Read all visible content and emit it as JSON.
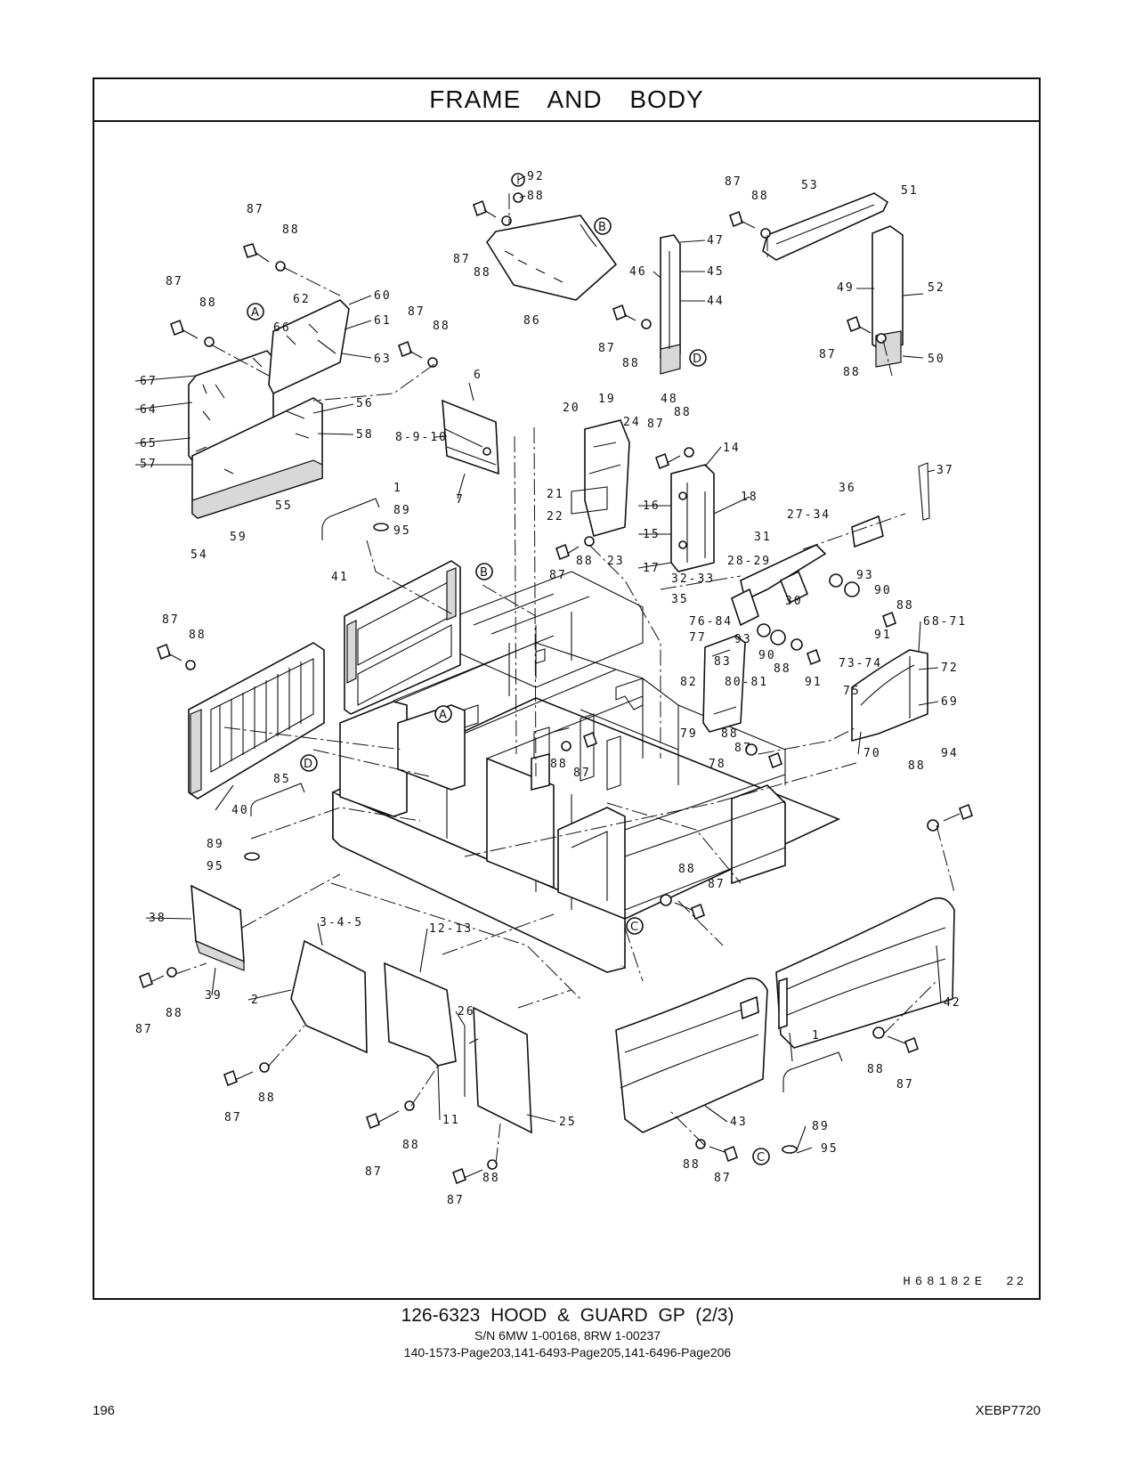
{
  "header": {
    "title": "FRAME   AND   BODY"
  },
  "drawing": {
    "id": "H68182E",
    "sheet": "22"
  },
  "caption": {
    "line1": "126-6323   HOOD  &  GUARD  GP (2/3)",
    "line2": "S/N 6MW 1-00168, 8RW 1-00237",
    "line3": "140-1573-Page203,141-6493-Page205,141-6496-Page206"
  },
  "footer": {
    "page_number": "196",
    "doc_id": "XEBP7720"
  },
  "callouts": {
    "a": "A",
    "b": "B",
    "c": "C",
    "d": "D"
  },
  "labels": {
    "l92": "92",
    "l88a": "88",
    "l87a": "87",
    "l88b": "88",
    "l86": "86",
    "l87b": "87",
    "l88c": "88",
    "l53": "53",
    "l51": "51",
    "l52": "52",
    "l49": "49",
    "l50": "50",
    "l87c": "87",
    "l88d": "88",
    "l47": "47",
    "l46": "46",
    "l45": "45",
    "l44": "44",
    "l48": "48",
    "l87d": "87",
    "l88e": "88",
    "l87e": "87",
    "l88f": "88",
    "l62": "62",
    "l60": "60",
    "l61": "61",
    "l63": "63",
    "l87f": "87",
    "l88g": "88",
    "l87g": "87",
    "l88h": "88",
    "l66": "66",
    "l67": "67",
    "l64": "64",
    "l65": "65",
    "l56": "56",
    "l58": "58",
    "l57": "57",
    "l55": "55",
    "l59": "59",
    "l54": "54",
    "l6": "6",
    "l8910": "8-9-10",
    "l7": "7",
    "l1a": "1",
    "l89a": "89",
    "l95a": "95",
    "l20": "20",
    "l19": "19",
    "l24": "24",
    "l87h": "87",
    "l88i": "88",
    "l21": "21",
    "l22": "22",
    "l87i": "87",
    "l88j": "88",
    "l23": "23",
    "l14": "14",
    "l16": "16",
    "l18": "18",
    "l15": "15",
    "l17": "17",
    "l36": "36",
    "l37": "37",
    "l2734": "27-34",
    "l31": "31",
    "l2829": "28-29",
    "l3233": "32-33",
    "l35": "35",
    "l30": "30",
    "l93a": "93",
    "l90a": "90",
    "l88k": "88",
    "l91a": "91",
    "l7684": "76-84",
    "l77": "77",
    "l93b": "93",
    "l90b": "90",
    "l83": "83",
    "l88l": "88",
    "l91b": "91",
    "l82": "82",
    "l8081": "80-81",
    "l79": "79",
    "l78": "78",
    "l88m": "88",
    "l87j": "87",
    "l6871": "68-71",
    "l7374": "73-74",
    "l75": "75",
    "l72": "72",
    "l69": "69",
    "l70": "70",
    "l41": "41",
    "l87k": "87",
    "l88n": "88",
    "l40": "40",
    "l85": "85",
    "l89b": "89",
    "l95b": "95",
    "l88o": "88",
    "l87l": "87",
    "l88p": "88",
    "l94": "94",
    "l88q": "88",
    "l87m": "87",
    "l38": "38",
    "l39": "39",
    "l87n": "87",
    "l88r": "88",
    "l345": "3-4-5",
    "l1213": "12-13",
    "l2": "2",
    "l26": "26",
    "l87o": "87",
    "l88s": "88",
    "l11": "11",
    "l87p": "87",
    "l88t": "88",
    "l25": "25",
    "l87q": "87",
    "l88u": "88",
    "l43": "43",
    "l42": "42",
    "l88v": "88",
    "l87r": "87",
    "l88w": "88",
    "l87s": "87",
    "l1b": "1",
    "l89c": "89",
    "l95c": "95"
  }
}
